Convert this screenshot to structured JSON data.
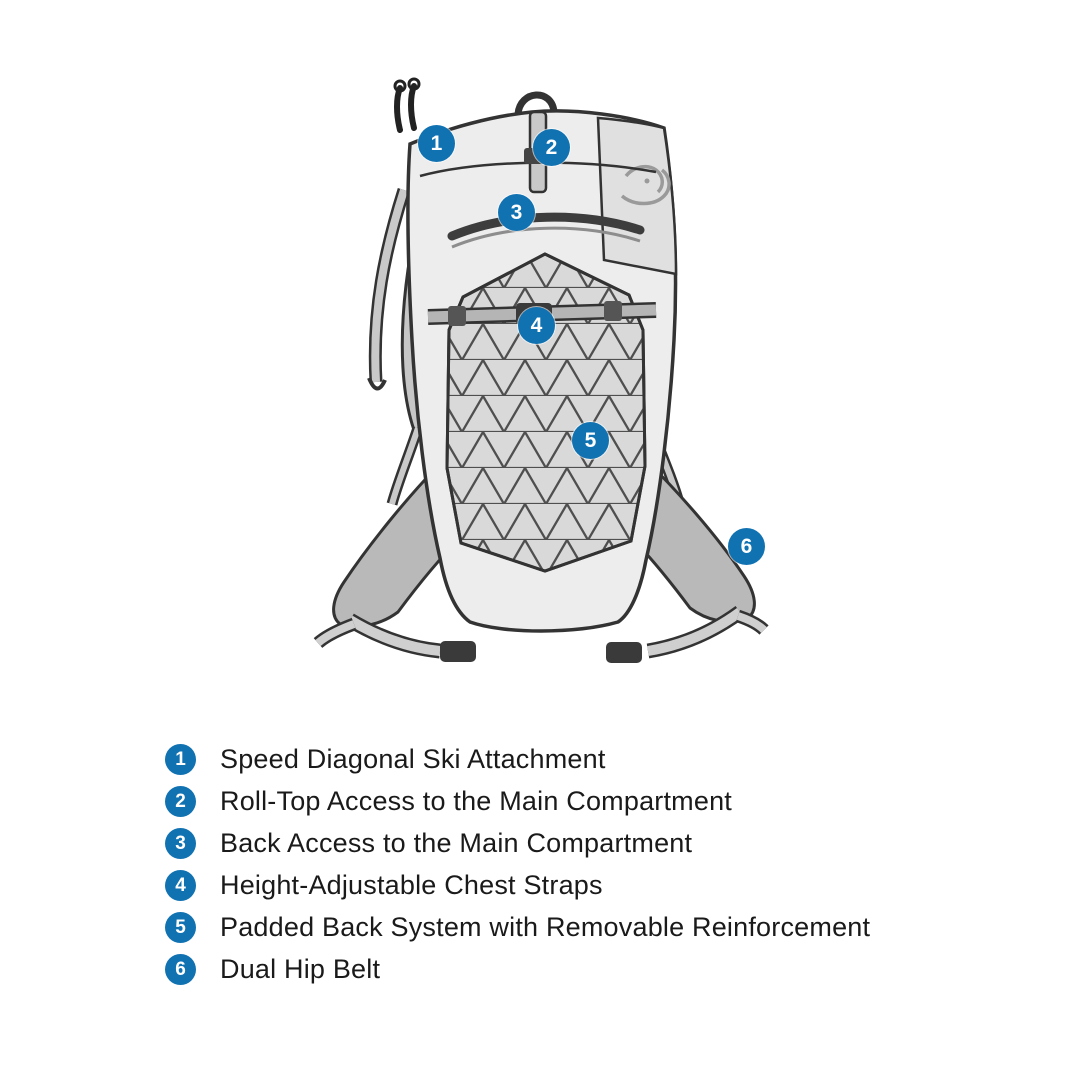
{
  "colors": {
    "accent": "#1172b2",
    "ink": "#1a1a1a",
    "bag_light": "#ededed",
    "bag_mid": "#c6c6c6",
    "bag_dark": "#3a3a3a"
  },
  "diagram": {
    "name": "backpack-feature-diagram",
    "brand": "dynafit-logo",
    "markers": [
      {
        "num": "1"
      },
      {
        "num": "2"
      },
      {
        "num": "3"
      },
      {
        "num": "4"
      },
      {
        "num": "5"
      },
      {
        "num": "6"
      }
    ]
  },
  "legend": {
    "items": [
      {
        "num": "1",
        "label": "Speed Diagonal Ski Attachment"
      },
      {
        "num": "2",
        "label": "Roll-Top Access to the Main Compartment"
      },
      {
        "num": "3",
        "label": "Back Access to the Main Compartment"
      },
      {
        "num": "4",
        "label": "Height-Adjustable Chest Straps"
      },
      {
        "num": "5",
        "label": "Padded Back System with Removable Reinforcement"
      },
      {
        "num": "6",
        "label": "Dual Hip Belt"
      }
    ]
  }
}
